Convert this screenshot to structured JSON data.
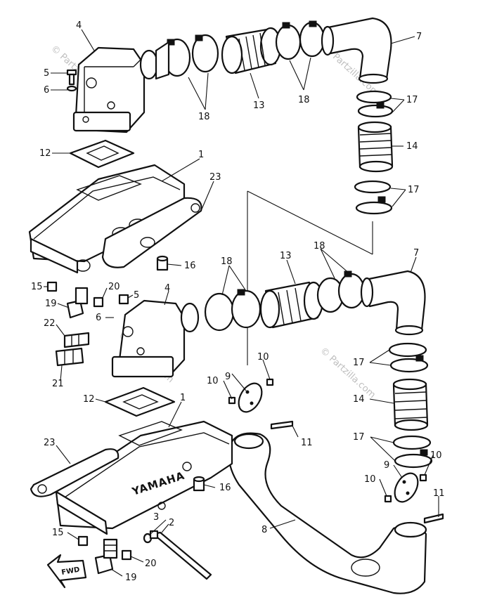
{
  "callouts": {
    "c2": "2",
    "c3": "3",
    "c4a": "4",
    "c4b": "4",
    "c5a": "5",
    "c5b": "5",
    "c6a": "6",
    "c6b": "6",
    "c7a": "7",
    "c7b": "7",
    "c8": "8",
    "c9a": "9",
    "c9b": "9",
    "c10a": "10",
    "c10b": "10",
    "c10c": "10",
    "c10d": "10",
    "c11a": "11",
    "c11b": "11",
    "c1a": "1",
    "c1b": "1",
    "c12a": "12",
    "c12b": "12",
    "c13a": "13",
    "c13b": "13",
    "c14a": "14",
    "c14b": "14",
    "c15a": "15",
    "c15b": "15",
    "c16a": "16",
    "c16b": "16",
    "c17a": "17",
    "c17b": "17",
    "c17c": "17",
    "c18a": "18",
    "c18b": "18",
    "c18c": "18",
    "c18d": "18",
    "c19a": "19",
    "c19b": "19",
    "c20a": "20",
    "c20b": "20",
    "c21": "21",
    "c22": "22",
    "c23a": "23",
    "c23b": "23"
  },
  "watermark": "© Partzilla.com",
  "brand_badge": "YAMAHA",
  "fwd_label": "FWD"
}
